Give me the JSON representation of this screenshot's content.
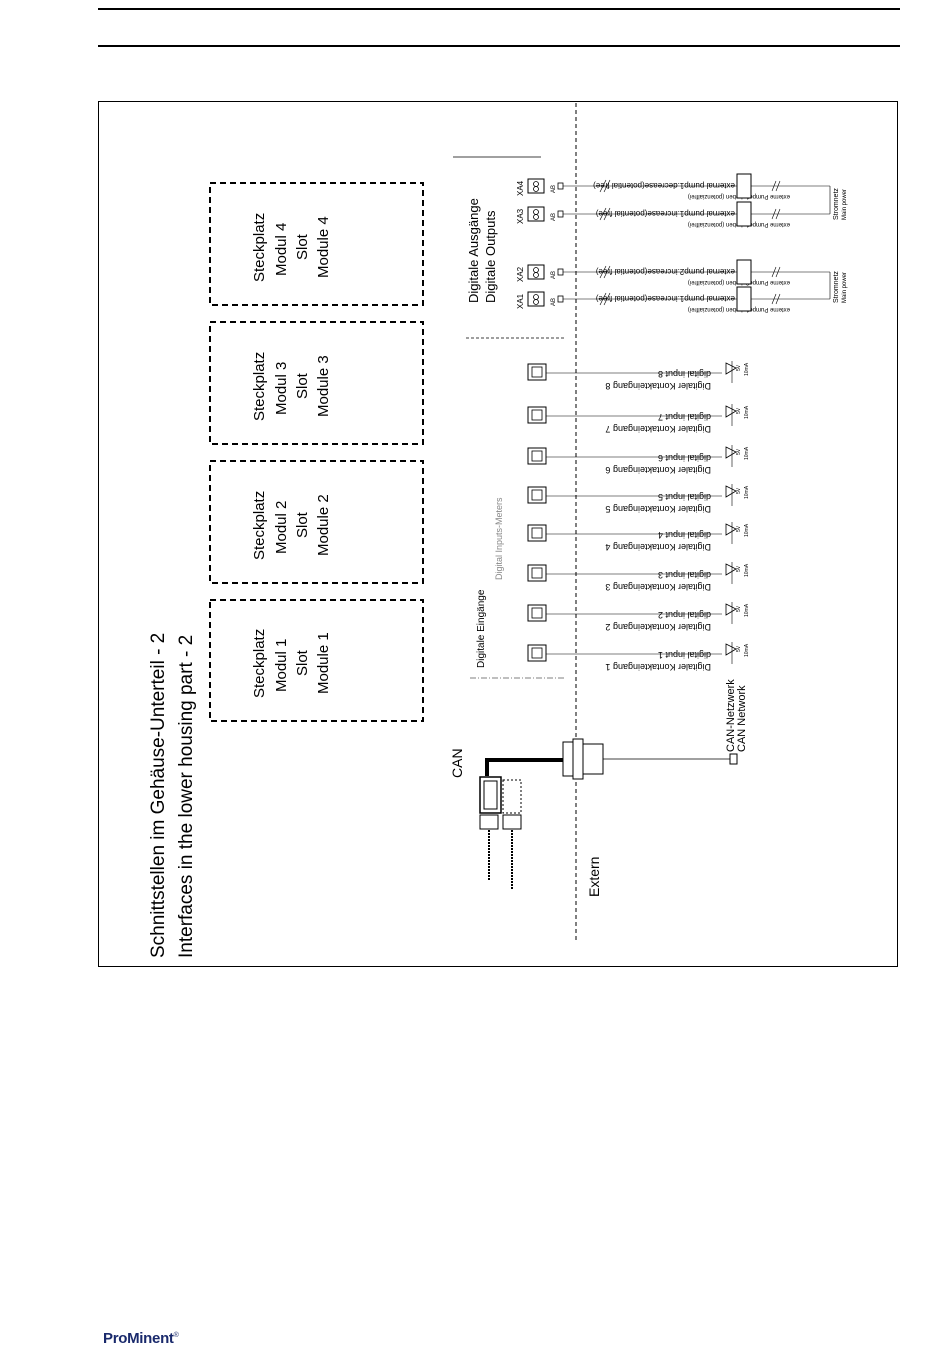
{
  "titles": {
    "de": "Schnittstellen im Gehäuse-Unterteil - 2",
    "en": "Interfaces in the lower housing part - 2"
  },
  "slots": [
    {
      "l1": "Steckplatz",
      "l2": "Modul 1",
      "l3": "Slot",
      "l4": "Module 1"
    },
    {
      "l1": "Steckplatz",
      "l2": "Modul 2",
      "l3": "Slot",
      "l4": "Module 2"
    },
    {
      "l1": "Steckplatz",
      "l2": "Modul 3",
      "l3": "Slot",
      "l4": "Module 3"
    },
    {
      "l1": "Steckplatz",
      "l2": "Modul 4",
      "l3": "Slot",
      "l4": "Module 4"
    }
  ],
  "labels": {
    "digital_outputs_de": "Digitale Ausgänge",
    "digital_outputs_en": "Digitale Outputs",
    "digital_inputs_de": "Digitale Eingänge",
    "digital_inputs_en": "Digital Inputs-Meters",
    "can": "CAN",
    "extern": "Extern",
    "can_network_de": "CAN-Netzwerk",
    "can_network_en": "CAN Network",
    "stromnetz": "Stromnetz",
    "main_power": "Main power"
  },
  "inputs": [
    {
      "en": "digital input 1",
      "de": "Digitaler Kontakteingang 1"
    },
    {
      "en": "digital input 2",
      "de": "Digitaler Kontakteingang 2"
    },
    {
      "en": "digital input 3",
      "de": "Digitaler Kontakteingang 3"
    },
    {
      "en": "digital input 4",
      "de": "Digitaler Kontakteingang 4"
    },
    {
      "en": "digital input 5",
      "de": "Digitaler Kontakteingang 5"
    },
    {
      "en": "digital input 6",
      "de": "Digitaler Kontakteingang 6"
    },
    {
      "en": "digital input 7",
      "de": "Digitaler Kontakteingang 7"
    },
    {
      "en": "digital input 8",
      "de": "Digitaler Kontakteingang 8"
    }
  ],
  "input_spec": {
    "v": "5V",
    "ma": "10mA"
  },
  "outputs": [
    {
      "id": "XA1",
      "en": "external pump1.increase(potential free)",
      "de": "externe Pumpe1, heben (potenzialfrei)"
    },
    {
      "id": "XA2",
      "en": "external pump2.increase(potential free)",
      "de": "externe Pumpe2, heben (potenzialfrei)"
    },
    {
      "id": "XA3",
      "en": "external pump1.increase(potential free)",
      "de": "externe Pumpe1, heben (potenzialfrei)"
    },
    {
      "id": "XA4",
      "en": "external pump1.decrease(potential free)",
      "de": "externe Pumpe1, heben (potenzialfrei)"
    }
  ],
  "output_pins": "AB",
  "logo": {
    "text": "ProMinent",
    "mark": "®"
  }
}
